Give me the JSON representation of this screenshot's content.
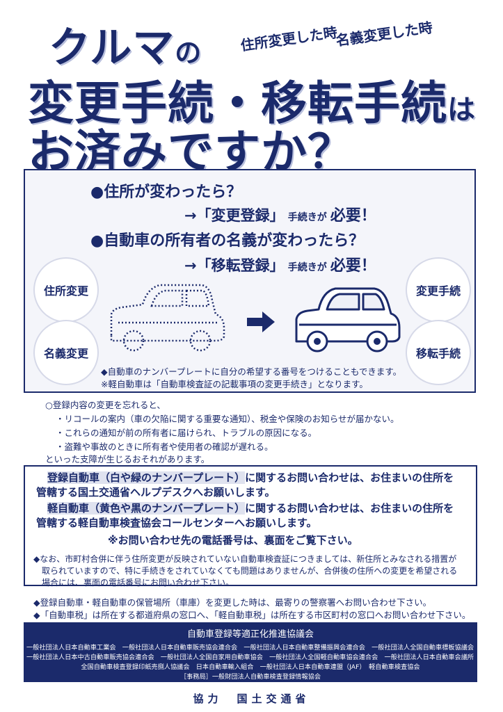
{
  "title": {
    "line1_main": "クルマ",
    "line1_suffix": "の",
    "line2_main": "変更手続・移転手続",
    "line2_suffix": "は",
    "line3": "お済みですか？",
    "sub1": "住所変更した時",
    "sub2": "名義変更した時"
  },
  "box1": {
    "q1": "●住所が変わったら？",
    "a1_lead": "→「変更登録」",
    "a1_mid": "手続きが",
    "a1_must": "必要！",
    "q2": "●自動車の所有者の名義が変わったら？",
    "a2_lead": "→「移転登録」",
    "a2_mid": "手続きが",
    "a2_must": "必要！",
    "circle1": "住所変更",
    "circle2": "名義変更",
    "circle3": "変更手続",
    "circle4": "移転手続",
    "note1": "◆自動車のナンバープレートに自分の希望する番号をつけることもできます。",
    "note2": "※軽自動車は「自動車検査証の記載事項の変更手続き」となります。"
  },
  "warning": {
    "lead": "○登録内容の変更を忘れると、",
    "items": [
      "・リコールの案内（車の欠陥に関する重要な通知）、税金や保険のお知らせが届かない。",
      "・これらの通知が前の所有者に届けられ、トラブルの原因になる。",
      "・盗難や事故のときに所有者や使用者の確認が遅れる。"
    ],
    "tail": "といった支障が生じるおそれがあります。"
  },
  "box2": {
    "p1_hl": "登録自動車（白や緑のナンバープレート）",
    "p1_rest": "に関するお問い合わせは、お住まいの住所を",
    "p1_line2": "管轄する国土交通省ヘルプデスクへお願いします。",
    "p2_hl": "軽自動車（黄色や黒のナンバープレート）",
    "p2_rest": "に関するお問い合わせは、お住まいの住所を",
    "p2_line2": "管轄する軽自動車検査協会コールセンターへお願いします。",
    "p3": "※お問い合わせ先の電話番号は、裏面をご覧下さい。",
    "p4_line1": "◆なお、市町村合併に伴う住所変更が反映されていない自動車検査証につきましては、新住所とみなされる措置が",
    "p4_line2": "取られていますので、特に手続きをされていなくても問題はありませんが、合併後の住所への変更を希望される",
    "p4_line3": "場合には、裏面の電話番号にお問い合わせ下さい。"
  },
  "footnotes": {
    "f1": "◆登録自動車・軽自動車の保管場所（車庫）を変更した時は、最寄りの警察署へお問い合わせ下さい。",
    "f2": "◆「自動車税」は所在する都道府県の窓口へ、「軽自動車税」は所在する市区町村の窓口へお問い合わせ下さい。"
  },
  "banner": {
    "title": "自動車登録等適正化推進協議会",
    "line1": "一般社団法人日本自動車工業会　一般社団法人日本自動車販売協会連合会　一般社団法人日本自動車整備振興会連合会　一般社団法人全国自動車標板協議会",
    "line2": "一般社団法人日本中古自動車販売協会連合会　一般社団法人全国自家用自動車協会　一般社団法人全国軽自動車協会連合会　一般社団法人日本自動車会議所",
    "line3": "全国自動車検査登録印紙売捌人協議会　日本自動車輸入組合　一般社団法人日本自動車連盟（JAF）　軽自動車検査協会",
    "line4": "［事務局］一般財団法人自動車検査登録情報協会"
  },
  "cooperation": "協力　国土交通省"
}
